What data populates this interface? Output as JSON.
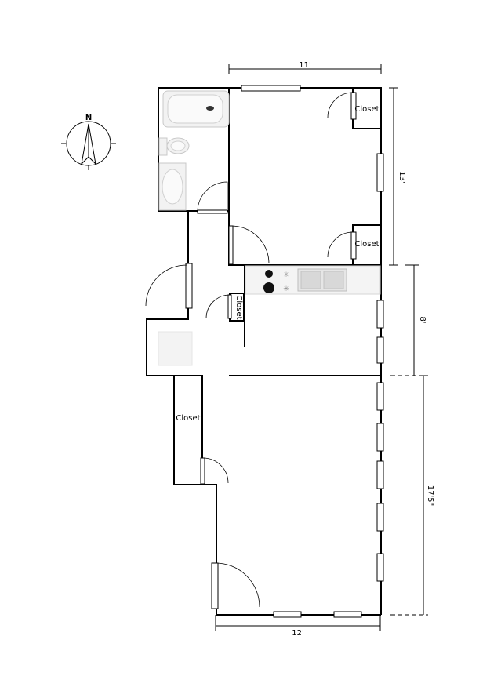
{
  "compass": {
    "north_label": "N"
  },
  "dimensions": {
    "top_width": "11'",
    "right_upper": "13'",
    "right_middle": "8'",
    "right_lower": "17'5\"",
    "bottom_width": "12'"
  },
  "rooms": {
    "closet_top_right": "Closet",
    "closet_mid_right": "Closet",
    "closet_hall": "Closet",
    "closet_left": "Closet"
  },
  "colors": {
    "wall": "#000000",
    "fixture_fill": "#f2f2f2",
    "counter_fill": "#f4f4f4"
  }
}
